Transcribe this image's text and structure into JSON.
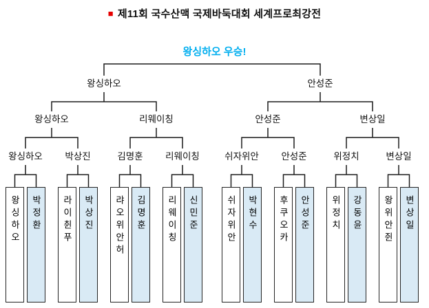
{
  "title": {
    "icon_glyph": "■",
    "text": "제11회 국수산맥 국제바둑대회 세계프로최강전"
  },
  "champion": {
    "text": "왕싱하오 우승!"
  },
  "bracket": {
    "final": [
      "왕싱하오",
      "안성준"
    ],
    "semifinal": [
      "왕싱하오",
      "리웨이칭",
      "안성준",
      "변상일"
    ],
    "quarterfinal": [
      "왕싱하오",
      "박상진",
      "김명훈",
      "리웨이칭",
      "쉬자위안",
      "안성준",
      "위정치",
      "변상일"
    ],
    "round16": [
      {
        "name": "왕싱하오",
        "highlight": false
      },
      {
        "name": "박정환",
        "highlight": true
      },
      {
        "name": "라이췬푸",
        "highlight": false
      },
      {
        "name": "박상진",
        "highlight": true
      },
      {
        "name": "랴오위안허",
        "highlight": false
      },
      {
        "name": "김명훈",
        "highlight": true
      },
      {
        "name": "리웨이칭",
        "highlight": false
      },
      {
        "name": "신민준",
        "highlight": true
      },
      {
        "name": "쉬자위안",
        "highlight": false
      },
      {
        "name": "박현수",
        "highlight": true
      },
      {
        "name": "후쿠오카",
        "highlight": false
      },
      {
        "name": "안성준",
        "highlight": true
      },
      {
        "name": "위정치",
        "highlight": false
      },
      {
        "name": "강동윤",
        "highlight": true
      },
      {
        "name": "왕위안쥔",
        "highlight": false
      },
      {
        "name": "변상일",
        "highlight": true
      }
    ]
  },
  "colors": {
    "accent_red": "#e60000",
    "champion_blue": "#00aeef",
    "highlight_box": "#d9eaf5",
    "line_color": "#1a1a1a"
  }
}
